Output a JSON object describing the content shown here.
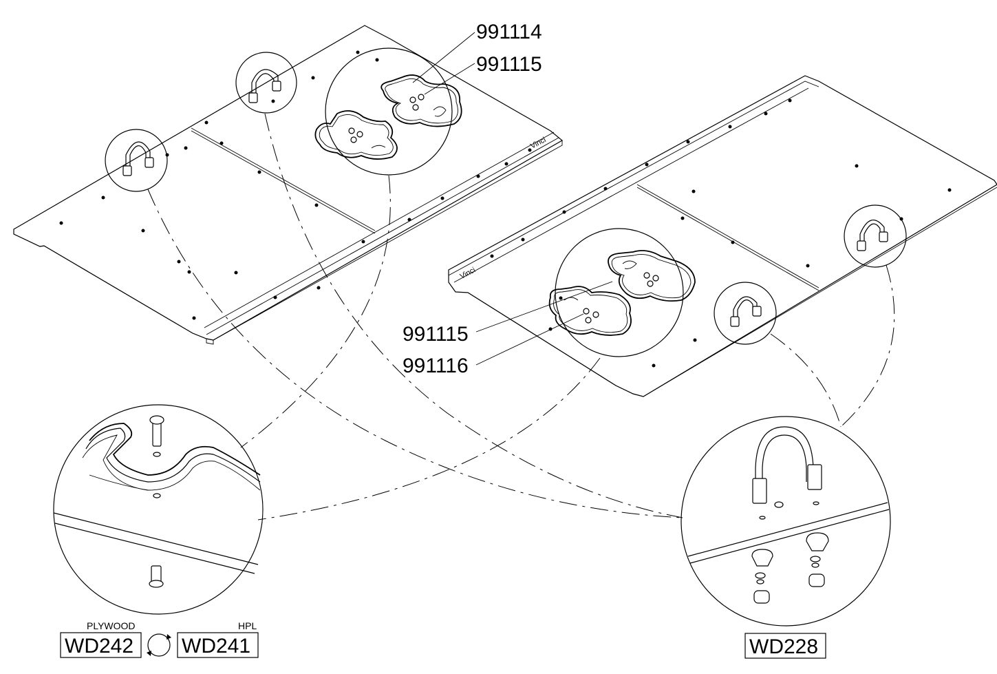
{
  "part_labels": {
    "p1": "991114",
    "p2": "991115",
    "p3": "991115",
    "p4": "991116"
  },
  "codes": {
    "left_code": "WD242",
    "left_caption": "PLYWOOD",
    "right_code": "WD241",
    "right_caption": "HPL",
    "handle_code": "WD228"
  },
  "brand_mark": "Vinci",
  "icons": [
    "rotate-icon"
  ]
}
